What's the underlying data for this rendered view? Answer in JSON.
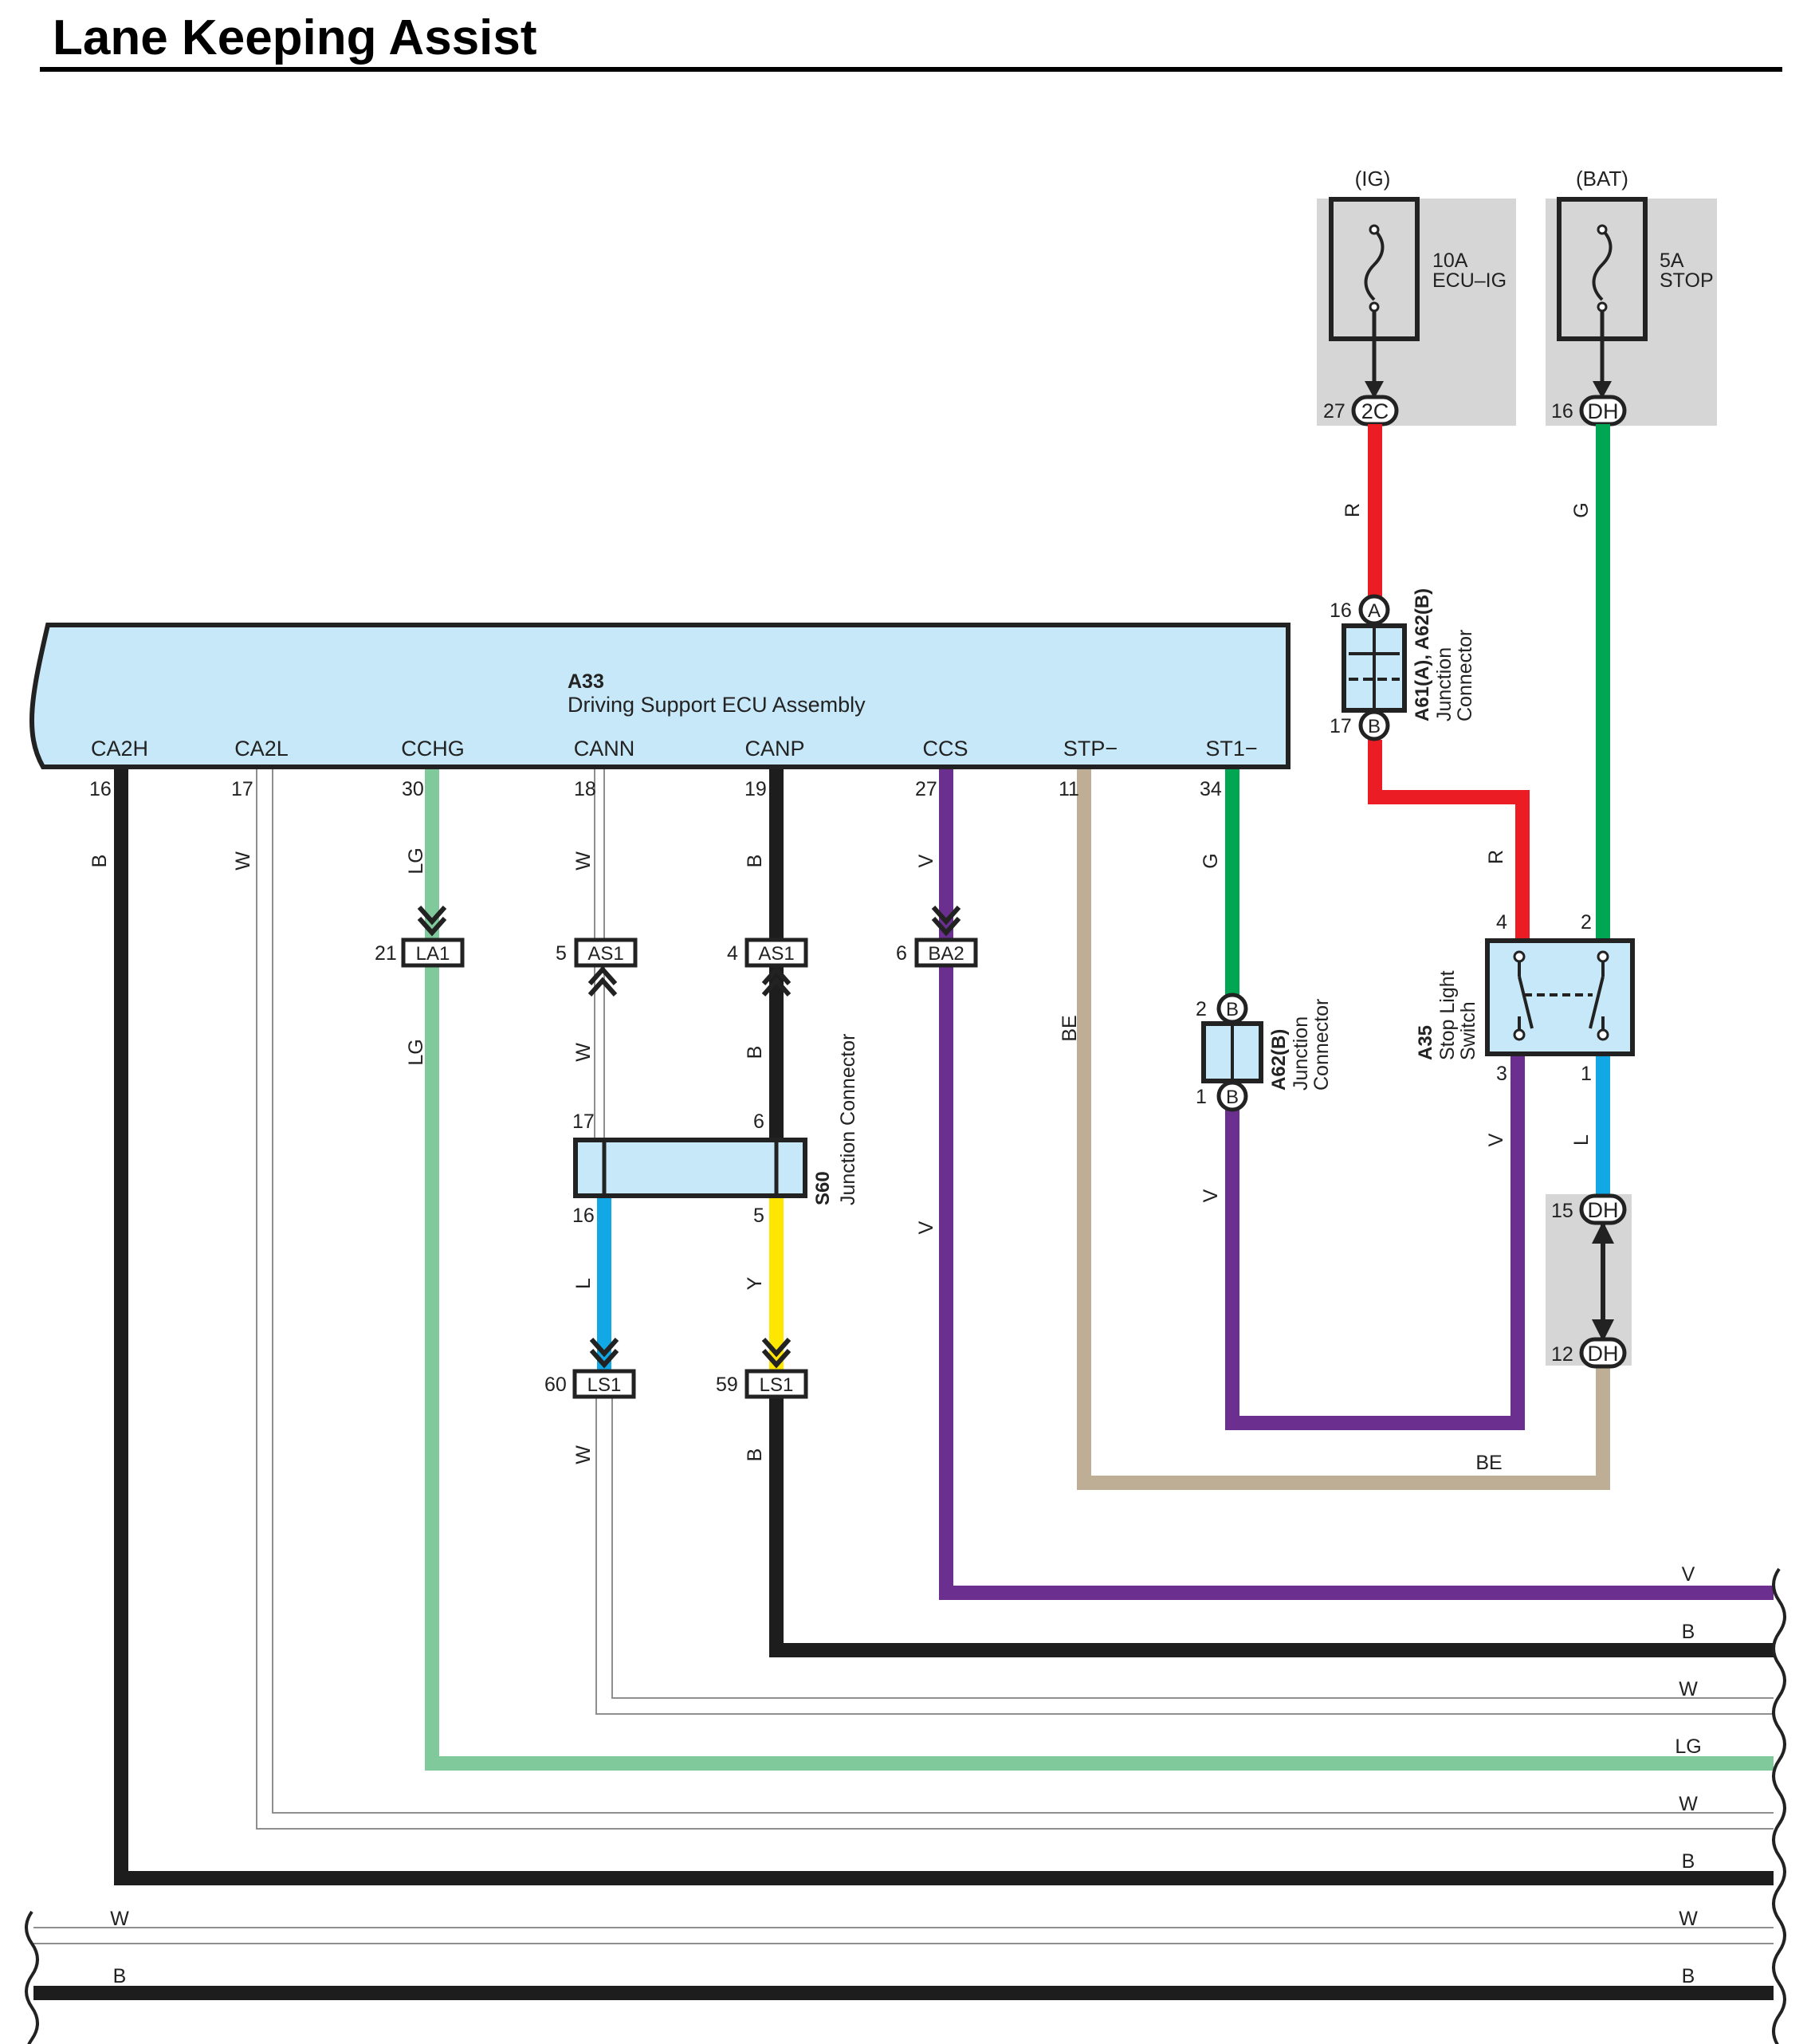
{
  "title": "Lane Keeping Assist",
  "colors": {
    "B": "#1d1d1d",
    "W": "#8f8f8f",
    "LG": "#7fc99b",
    "V": "#6b2f8f",
    "R": "#ec1c24",
    "G": "#00a651",
    "L": "#12a8e6",
    "Y": "#ffe600",
    "BE": "#bfae96",
    "component_fill": "#c7e8f8",
    "shade": "#d6d6d6"
  },
  "ecu": {
    "id": "A33",
    "description": "Driving Support ECU Assembly",
    "terminals": [
      {
        "name": "CA2H",
        "pin": "16",
        "wire": "B"
      },
      {
        "name": "CA2L",
        "pin": "17",
        "wire": "W"
      },
      {
        "name": "CCHG",
        "pin": "30",
        "wire": "LG"
      },
      {
        "name": "CANN",
        "pin": "18",
        "wire": "W"
      },
      {
        "name": "CANP",
        "pin": "19",
        "wire": "B"
      },
      {
        "name": "CCS",
        "pin": "27",
        "wire": "V"
      },
      {
        "name": "STP−",
        "pin": "11",
        "wire": "BE"
      },
      {
        "name": "ST1−",
        "pin": "34",
        "wire": "G"
      }
    ]
  },
  "supplies": [
    {
      "label": "(IG)",
      "fuse_amp": "10A",
      "fuse_name": "ECU–IG",
      "pin": "27",
      "connector": "2C",
      "wire": "R"
    },
    {
      "label": "(BAT)",
      "fuse_amp": "5A",
      "fuse_name": "STOP",
      "pin": "16",
      "connector": "DH",
      "wire": "G"
    }
  ],
  "connectors": {
    "la1": {
      "id": "LA1",
      "pin": "21",
      "wire_after": "LG"
    },
    "as1_cann": {
      "id": "AS1",
      "pin": "5",
      "wire_after": "W"
    },
    "as1_canp": {
      "id": "AS1",
      "pin": "4",
      "wire_after": "B"
    },
    "ba2": {
      "id": "BA2",
      "pin": "6",
      "wire_after": "V"
    },
    "ls1_l": {
      "id": "LS1",
      "pin": "60",
      "wire_in": "L",
      "wire_after": "W"
    },
    "ls1_y": {
      "id": "LS1",
      "pin": "59",
      "wire_in": "Y",
      "wire_after": "B"
    },
    "dh15": {
      "id": "DH",
      "pin": "15"
    },
    "dh12": {
      "id": "DH",
      "pin": "12"
    }
  },
  "junction_s60": {
    "id": "S60",
    "name": "Junction Connector",
    "pins": [
      "17",
      "6",
      "16",
      "5"
    ]
  },
  "junction_a61": {
    "id": "A61(A), A62(B)",
    "name_line1": "Junction",
    "name_line2": "Connector",
    "top": {
      "pin": "16",
      "code": "A"
    },
    "bottom": {
      "pin": "17",
      "code": "B"
    },
    "wire_after": "R"
  },
  "junction_a62": {
    "id": "A62(B)",
    "name_line1": "Junction",
    "name_line2": "Connector",
    "top": {
      "pin": "2",
      "code": "B"
    },
    "bottom": {
      "pin": "1",
      "code": "B"
    },
    "wire_after": "V"
  },
  "stop_switch": {
    "id": "A35",
    "name_line1": "Stop Light",
    "name_line2": "Switch",
    "pins": [
      "4",
      "2",
      "3",
      "1"
    ],
    "wire_3": "V",
    "wire_1": "L",
    "wire_be": "BE"
  },
  "bus_wires": [
    {
      "color": "V"
    },
    {
      "color": "B"
    },
    {
      "color": "W"
    },
    {
      "color": "LG"
    },
    {
      "color": "W"
    },
    {
      "color": "B"
    },
    {
      "color": "W"
    },
    {
      "color": "B"
    }
  ],
  "left_wires": [
    {
      "color": "W"
    },
    {
      "color": "B"
    }
  ]
}
